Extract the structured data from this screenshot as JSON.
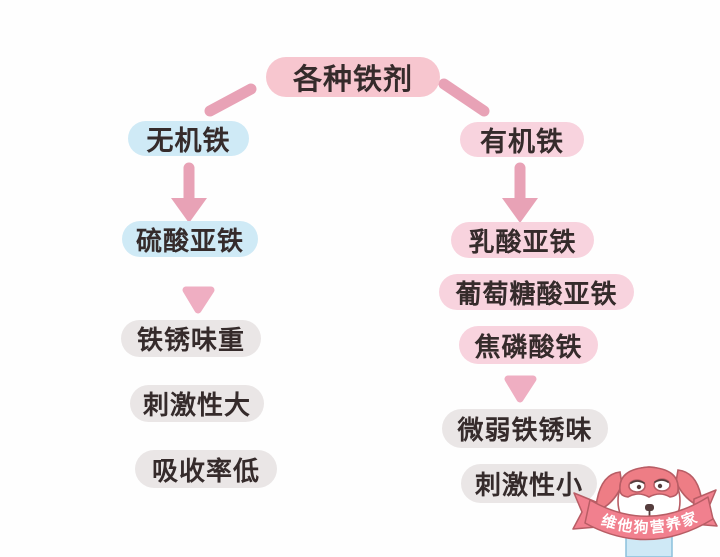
{
  "diagram": {
    "title": "各种铁剂",
    "branches": [
      {
        "name": "无机铁",
        "types": [
          "硫酸亚铁"
        ],
        "traits": [
          "铁锈味重",
          "刺激性大",
          "吸收率低"
        ]
      },
      {
        "name": "有机铁",
        "types": [
          "乳酸亚铁",
          "葡萄糖酸亚铁",
          "焦磷酸铁"
        ],
        "traits": [
          "微弱铁锈味",
          "刺激性小"
        ]
      }
    ]
  },
  "mascot": {
    "banner_text": "维他狗营养家"
  },
  "colors": {
    "title_pill": "#f7c6cf",
    "blue_pill": "#cfeaf6",
    "pink_pill": "#f8d3de",
    "gray_pill": "#eae6e6",
    "arrow": "#e8a2b6",
    "triangle": "#efaec2",
    "text": "#352b2b",
    "mascot_coral": "#ee7d85",
    "mascot_outline": "#b85d65",
    "ribbon": "#f1808e",
    "shirt_blue": "#cfe9f6"
  }
}
